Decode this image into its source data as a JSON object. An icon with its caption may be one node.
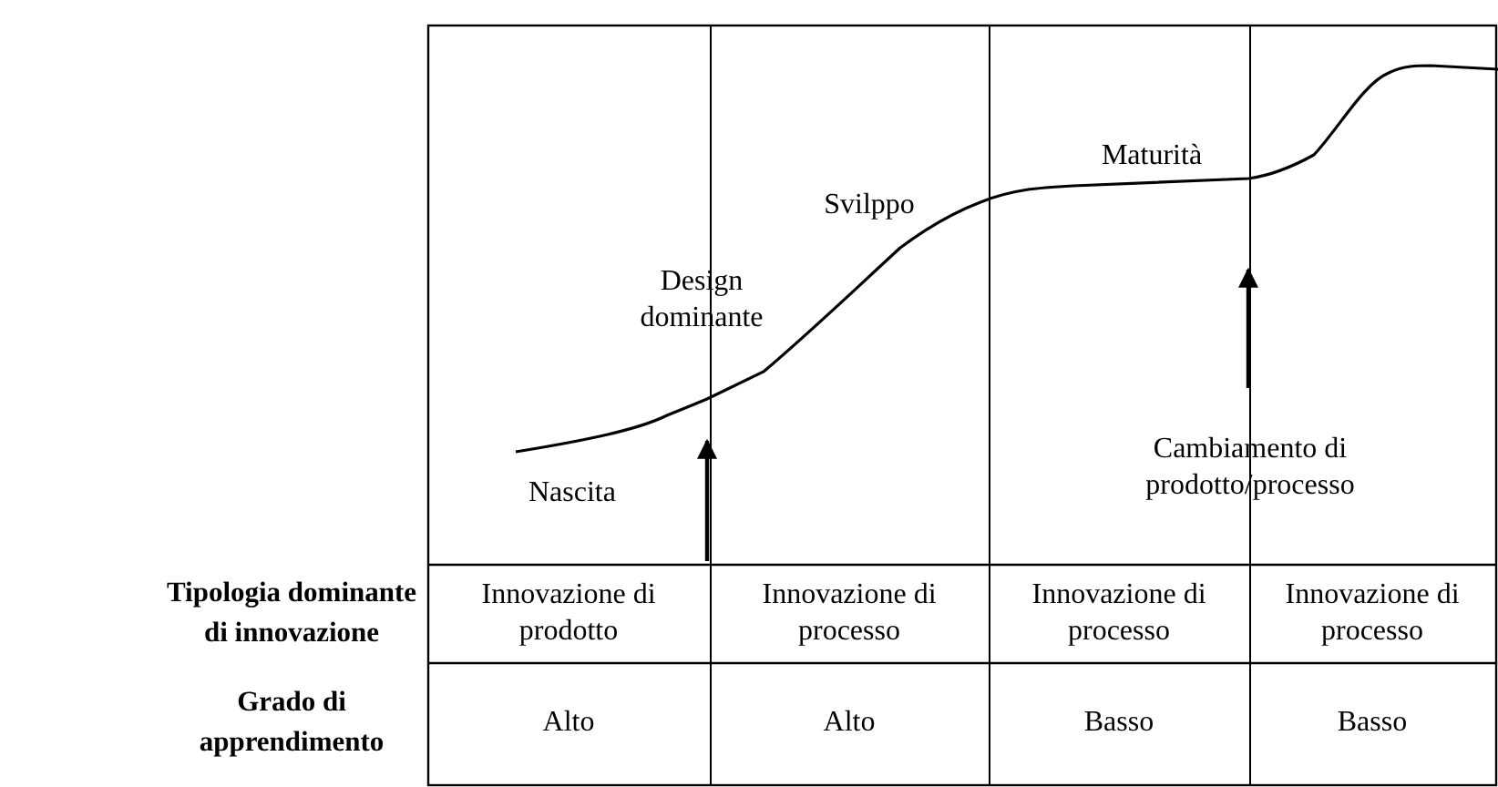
{
  "diagram": {
    "labels": [
      "Maturità",
      "Svilppo",
      "Design dominante",
      "Cambiamento di prodotto/processo",
      "Nascita",
      "Tipologia dominante di innovazione",
      "Innovazione di prodotto",
      "Innovazione di processo",
      "Innovazione di processo",
      "Innovazione di processo",
      "Grado di apprendimento",
      "Alto",
      "Alto",
      "Basso",
      "Basso"
    ]
  }
}
